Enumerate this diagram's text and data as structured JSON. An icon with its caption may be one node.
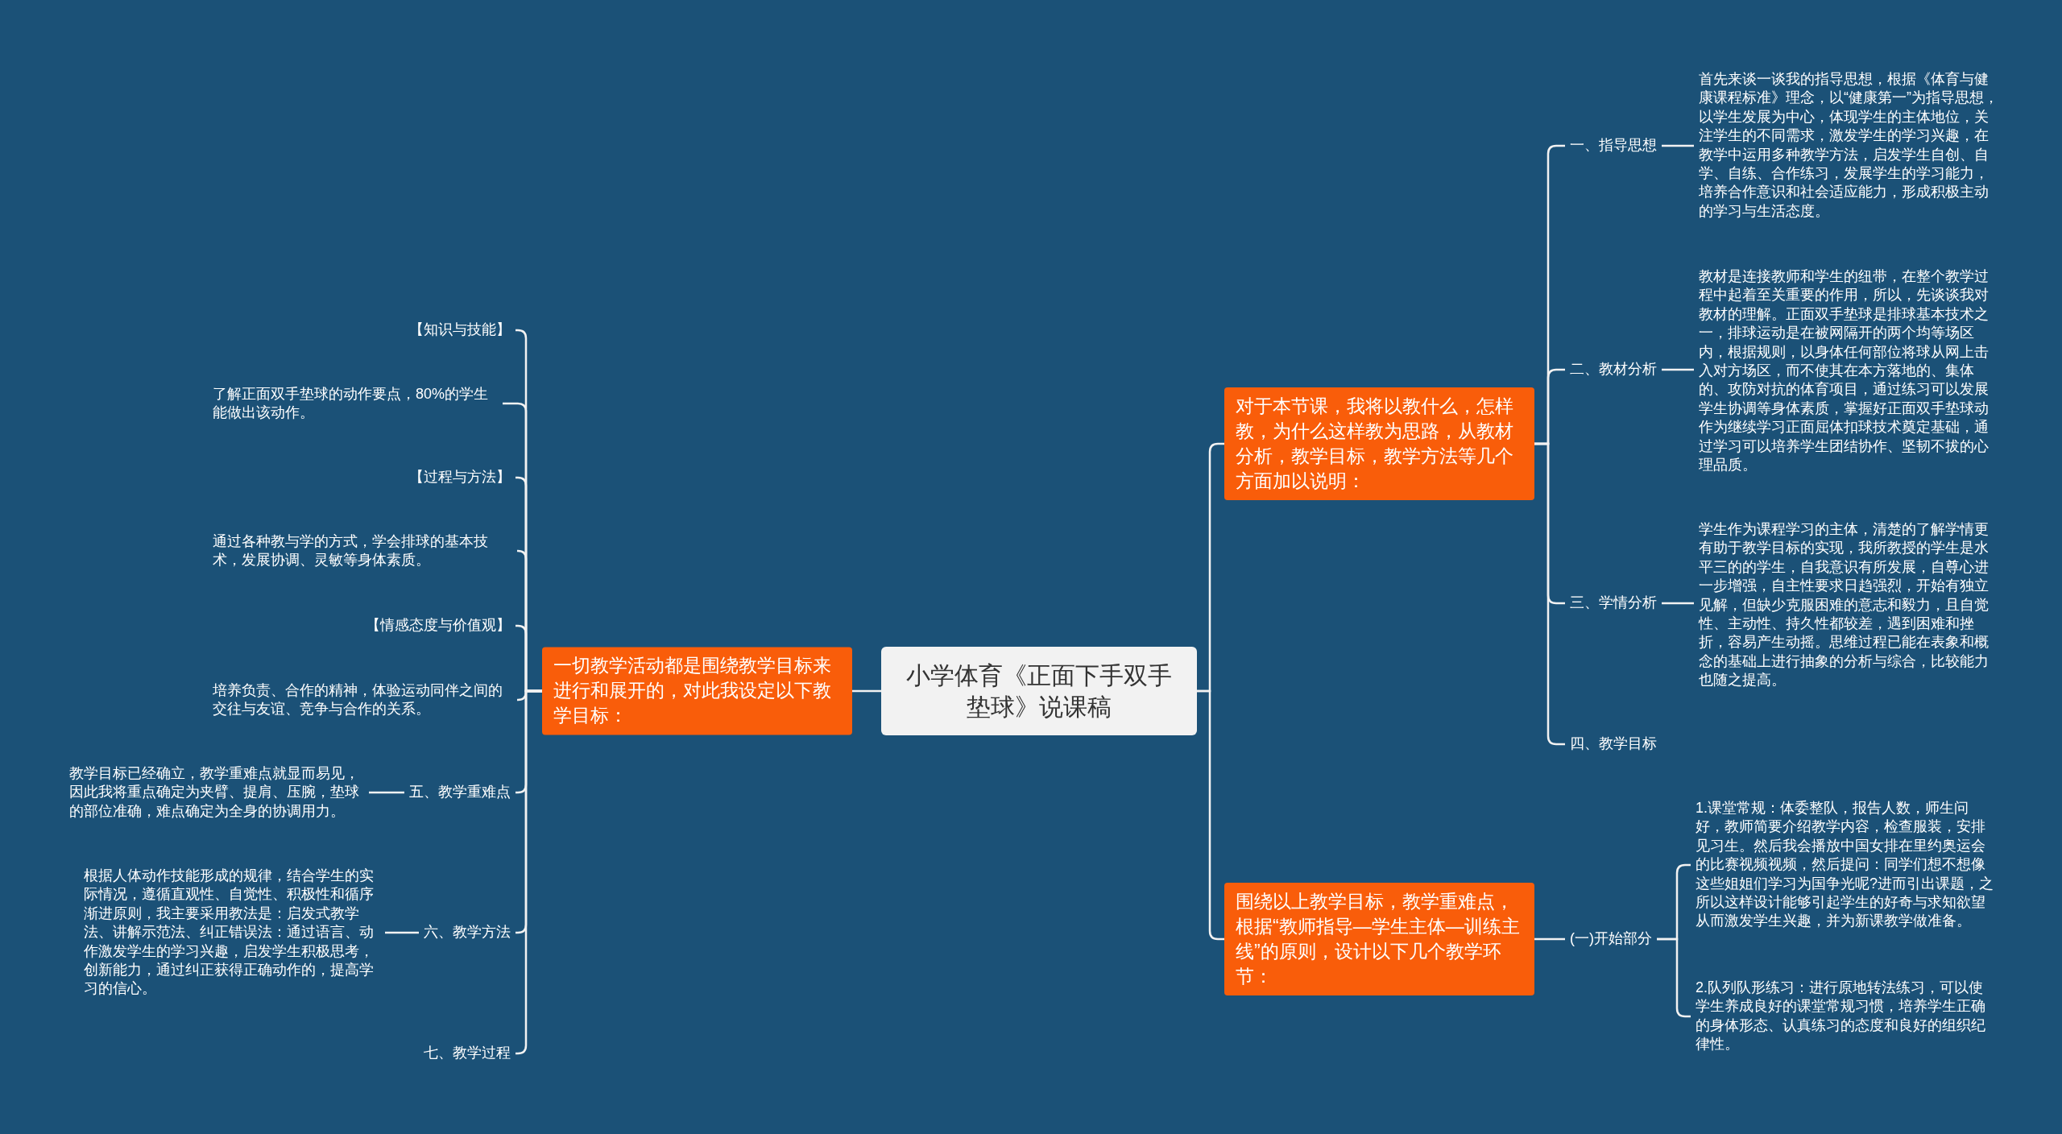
{
  "diagram": {
    "nodes": [
      {
        "text": [
          "小学体育《正面下手双手垫球》说课稿"
        ]
      },
      {
        "text": [
          "一切教学活动都是围绕教学目标来进行和展开的，对此我设定以下教学目标："
        ]
      },
      {
        "text": [
          "【知识与技能】"
        ]
      },
      {
        "text": [
          "了解正面双手垫球的动作要点，80%的学生能做出该动作。"
        ]
      },
      {
        "text": [
          "【过程与方法】"
        ]
      },
      {
        "text": [
          "通过各种教与学的方式，学会排球的基本技术，发展协调、灵敏等身体素质。"
        ]
      },
      {
        "text": [
          "【情感态度与价值观】"
        ]
      },
      {
        "text": [
          "培养负责、合作的精神，体验运动同伴之间的交往与友谊、竞争与合作的关系。"
        ]
      },
      {
        "text": [
          "五、教学重难点"
        ]
      },
      {
        "text": [
          "教学目标已经确立，教学重难点就显而易见，因此我将重点确定为夹臂、提肩、压腕，垫球的部位准确，难点确定为全身的协调用力。"
        ]
      },
      {
        "text": [
          "六、教学方法"
        ]
      },
      {
        "text": [
          "根据人体动作技能形成的规律，结合学生的实际情况，遵循直观性、自觉性、积极性和循序渐进原则，我主要采用教法是：启发式教学法、讲解示范法、纠正错误法：通过语言、动作激发学生的学习兴趣，启发学生积极思考，创新能力，通过纠正获得正确动作的，提高学习的信心。"
        ]
      },
      {
        "text": [
          "七、教学过程"
        ]
      },
      {
        "text": [
          "对于本节课，我将以教什么，怎样教，为什么这样教为思路，从教材分析，教学目标，教学方法等几个方面加以说明："
        ]
      },
      {
        "text": [
          "一、指导思想"
        ]
      },
      {
        "text": [
          "首先来谈一谈我的指导思想，根据《体育与健康课程标准》理念，以“健康第一”为指导思想，以学生发展为中心，体现学生的主体地位，关注学生的不同需求，激发学生的学习兴趣，在教学中运用多种教学方法，启发学生自创、自学、自练、合作练习，发展学生的学习能力，培养合作意识和社会适应能力，形成积极主动的学习与生活态度。"
        ]
      },
      {
        "text": [
          "二、教材分析"
        ]
      },
      {
        "text": [
          "教材是连接教师和学生的纽带，在整个教学过程中起着至关重要的作用，所以，先谈谈我对教材的理解。正面双手垫球是排球基本技术之一，排球运动是在被网隔开的两个均等场区内，根据规则，以身体任何部位将球从网上击入对方场区，而不使其在本方落地的、集体的、攻防对抗的体育项目，通过练习可以发展学生协调等身体素质，掌握好正面双手垫球动作为继续学习正面屈体扣球技术奠定基础，通过学习可以培养学生团结协作、坚韧不拔的心理品质。"
        ]
      },
      {
        "text": [
          "三、学情分析"
        ]
      },
      {
        "text": [
          "学生作为课程学习的主体，清楚的了解学情更有助于教学目标的实现，我所教授的学生是水平三的的学生，自我意识有所发展，自尊心进一步增强，自主性要求日趋强烈，开始有独立见解，但缺少克服困难的意志和毅力，且自觉性、主动性、持久性都较差，遇到困难和挫折，容易产生动摇。思维过程已能在表象和概念的基础上进行抽象的分析与综合，比较能力也随之提高。"
        ]
      },
      {
        "text": [
          "四、教学目标"
        ]
      },
      {
        "text": [
          "围绕以上教学目标，教学重难点，根据“教师指导—学生主体—训练主线”的原则，设计以下几个教学环节："
        ]
      },
      {
        "text": [
          "(一)开始部分"
        ]
      },
      {
        "text": [
          "1.课堂常规：体委整队，报告人数，师生问好，教师简要介绍教学内容，检查服装，安排见习生。然后我会播放中国女排在里约奥运会的比赛视频视频，然后提问：同学们想不想像这些姐姐们学习为国争光呢?进而引出课题，之所以这样设计能够引起学生的好奇与求知欲望从而激发学生兴趣，并为新课教学做准备。"
        ]
      },
      {
        "text": [
          "2.队列队形练习：进行原地转法练习，可以使学生养成良好的课堂常规习惯，培养学生正确的身体形态、认真练习的态度和良好的组织纪律性。"
        ]
      }
    ],
    "edges": [
      {
        "from": 0,
        "to": 1,
        "arrow": "none"
      },
      {
        "from": 0,
        "to": 13,
        "arrow": "none"
      },
      {
        "from": 0,
        "to": 21,
        "arrow": "none"
      },
      {
        "from": 1,
        "to": 2,
        "arrow": "none"
      },
      {
        "from": 1,
        "to": 3,
        "arrow": "none"
      },
      {
        "from": 1,
        "to": 4,
        "arrow": "none"
      },
      {
        "from": 1,
        "to": 5,
        "arrow": "none"
      },
      {
        "from": 1,
        "to": 6,
        "arrow": "none"
      },
      {
        "from": 1,
        "to": 7,
        "arrow": "none"
      },
      {
        "from": 1,
        "to": 8,
        "arrow": "none"
      },
      {
        "from": 1,
        "to": 10,
        "arrow": "none"
      },
      {
        "from": 1,
        "to": 12,
        "arrow": "none"
      },
      {
        "from": 8,
        "to": 9,
        "arrow": "none"
      },
      {
        "from": 10,
        "to": 11,
        "arrow": "none"
      },
      {
        "from": 13,
        "to": 14,
        "arrow": "none"
      },
      {
        "from": 13,
        "to": 16,
        "arrow": "none"
      },
      {
        "from": 13,
        "to": 18,
        "arrow": "none"
      },
      {
        "from": 13,
        "to": 20,
        "arrow": "none"
      },
      {
        "from": 14,
        "to": 15,
        "arrow": "none"
      },
      {
        "from": 16,
        "to": 17,
        "arrow": "none"
      },
      {
        "from": 18,
        "to": 19,
        "arrow": "none"
      },
      {
        "from": 21,
        "to": 22,
        "arrow": "none"
      },
      {
        "from": 22,
        "to": 23,
        "arrow": "none"
      },
      {
        "from": 22,
        "to": 24,
        "arrow": "none"
      }
    ]
  }
}
